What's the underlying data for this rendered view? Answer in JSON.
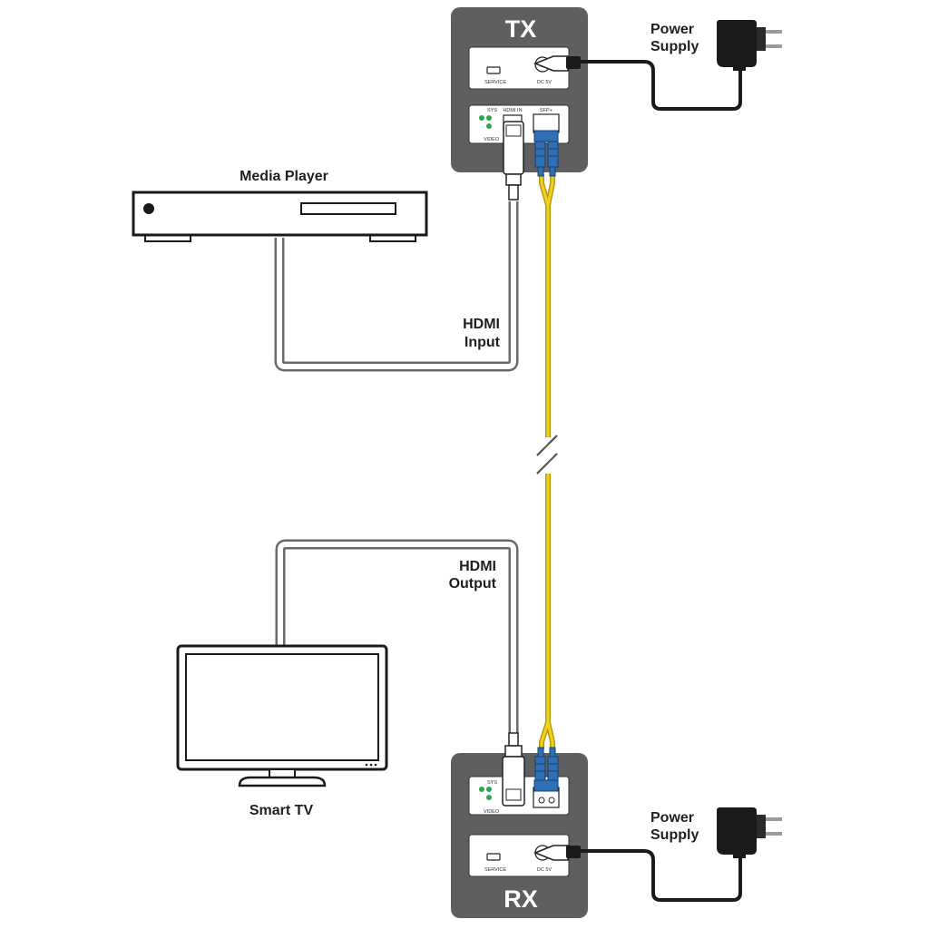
{
  "tx": {
    "title": "TX",
    "service_label": "SERVICE",
    "dc_label": "DC 5V",
    "sys_label": "SYS",
    "hdmi_in_label": "HDMI IN",
    "sfp_label": "SFP+",
    "video_label": "VIDEO"
  },
  "rx": {
    "title": "RX",
    "service_label": "SERVICE",
    "dc_label": "DC 5V",
    "sys_label": "SYS",
    "video_label": "VIDEO"
  },
  "labels": {
    "power_supply_top_1": "Power",
    "power_supply_top_2": "Supply",
    "power_supply_bottom_1": "Power",
    "power_supply_bottom_2": "Supply",
    "media_player": "Media Player",
    "hdmi_input_1": "HDMI",
    "hdmi_input_2": "Input",
    "hdmi_output_1": "HDMI",
    "hdmi_output_2": "Output",
    "smart_tv": "Smart TV"
  },
  "colors": {
    "unit_body": "#5f5f61",
    "fiber": "#f2d21c",
    "fiber_edge": "#b99a0e",
    "led": "#2aa84a",
    "connector": "#2f6fb5"
  }
}
